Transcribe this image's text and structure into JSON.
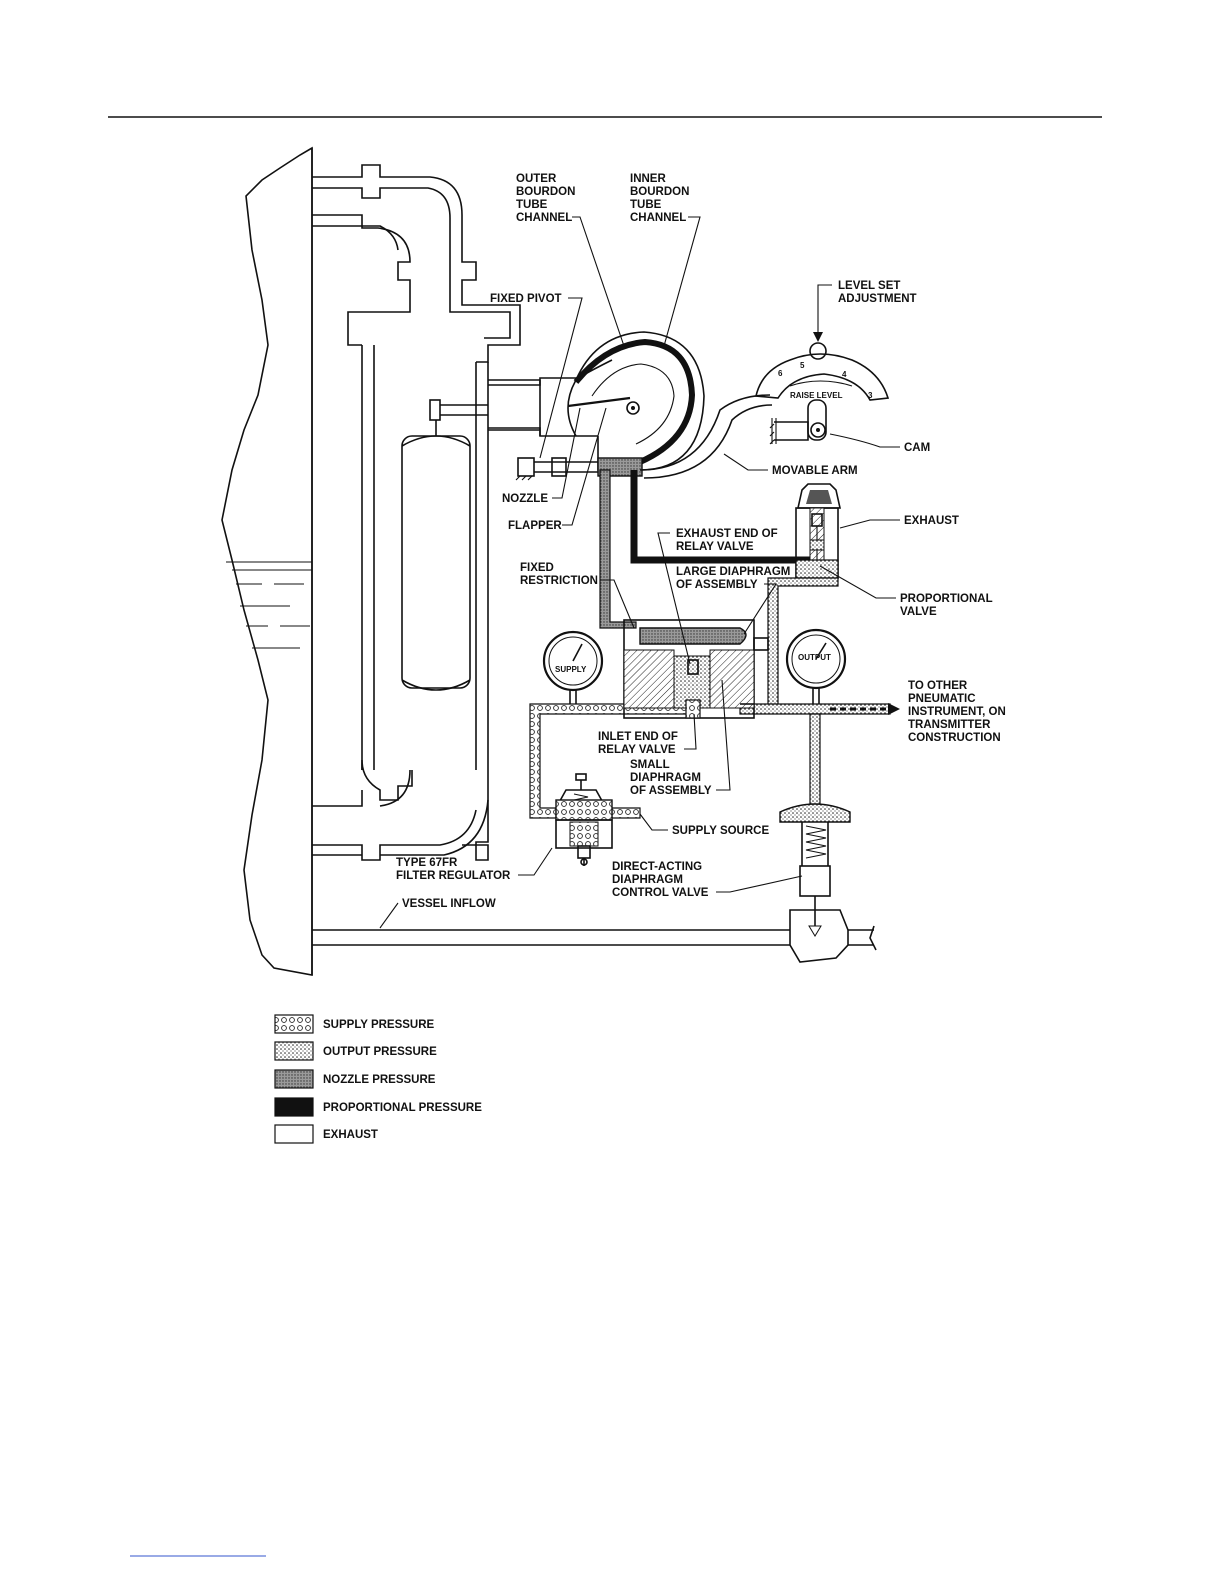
{
  "labels": {
    "outer_bourdon": [
      "OUTER",
      "BOURDON",
      "TUBE",
      "CHANNEL"
    ],
    "inner_bourdon": [
      "INNER",
      "BOURDON",
      "TUBE",
      "CHANNEL"
    ],
    "fixed_pivot": "FIXED PIVOT",
    "level_set": [
      "LEVEL SET",
      "ADJUSTMENT"
    ],
    "raise_level": "RAISE LEVEL",
    "dial_marks": [
      "6",
      "5",
      "4",
      "3"
    ],
    "cam": "CAM",
    "movable_arm": "MOVABLE ARM",
    "nozzle": "NOZZLE",
    "flapper": "FLAPPER",
    "exhaust_end": [
      "EXHAUST END OF",
      "RELAY VALVE"
    ],
    "exhaust": "EXHAUST",
    "fixed_restriction": [
      "FIXED",
      "RESTRICTION"
    ],
    "large_diaphragm": [
      "LARGE DIAPHRAGM",
      "OF ASSEMBLY"
    ],
    "proportional_valve": [
      "PROPORTIONAL",
      "VALVE"
    ],
    "supply_gauge": "SUPPLY",
    "output_gauge": "OUTPUT",
    "to_other": [
      "TO OTHER",
      "PNEUMATIC",
      "INSTRUMENT, ON",
      "TRANSMITTER",
      "CONSTRUCTION"
    ],
    "inlet_end": [
      "INLET END OF",
      "RELAY VALVE"
    ],
    "small_diaphragm": [
      "SMALL",
      "DIAPHRAGM",
      "OF ASSEMBLY"
    ],
    "supply_source": "SUPPLY SOURCE",
    "filter_regulator": [
      "TYPE 67FR",
      "FILTER REGULATOR"
    ],
    "control_valve": [
      "DIRECT-ACTING",
      "DIAPHRAGM",
      "CONTROL VALVE"
    ],
    "vessel_inflow": "VESSEL INFLOW"
  },
  "legend": [
    {
      "label": "SUPPLY PRESSURE",
      "pattern": "supply"
    },
    {
      "label": "OUTPUT PRESSURE",
      "pattern": "output"
    },
    {
      "label": "NOZZLE PRESSURE",
      "pattern": "nozzle"
    },
    {
      "label": "PROPORTIONAL PRESSURE",
      "pattern": "proportional"
    },
    {
      "label": "EXHAUST",
      "pattern": "exhaust"
    }
  ]
}
